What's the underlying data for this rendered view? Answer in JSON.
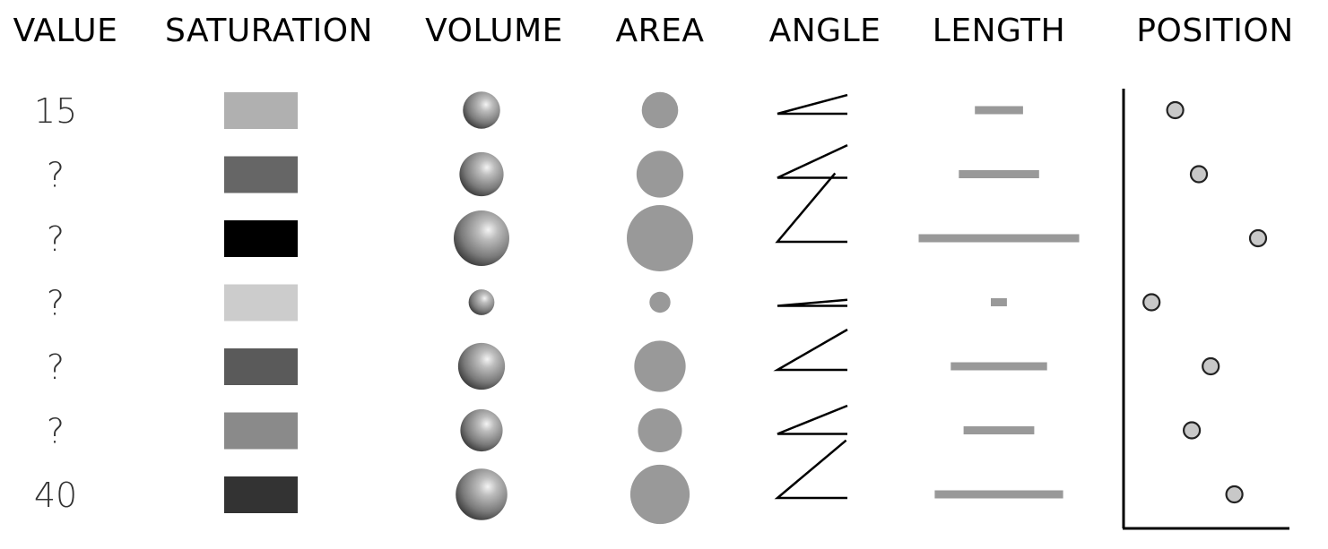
{
  "headers": {
    "value": "VALUE",
    "saturation": "SATURATION",
    "volume": "VOLUME",
    "area": "AREA",
    "angle": "ANGLE",
    "length": "LENGTH",
    "position": "POSITION"
  },
  "rows": [
    {
      "label": "15",
      "value": 15,
      "saturation_color": "#b0b0b0"
    },
    {
      "label": "?",
      "value": 25,
      "saturation_color": "#666666"
    },
    {
      "label": "?",
      "value": 50,
      "saturation_color": "#000000"
    },
    {
      "label": "?",
      "value": 5,
      "saturation_color": "#cccccc"
    },
    {
      "label": "?",
      "value": 30,
      "saturation_color": "#5a5a5a"
    },
    {
      "label": "?",
      "value": 22,
      "saturation_color": "#8a8a8a"
    },
    {
      "label": "40",
      "value": 40,
      "saturation_color": "#333333"
    }
  ],
  "colors": {
    "mark_gray": "#999999",
    "dot_fill": "#c8c8c8",
    "sphere_highlight": "#f2f2f2",
    "sphere_mid": "#9a9a9a",
    "sphere_shadow": "#3c3c3c"
  }
}
